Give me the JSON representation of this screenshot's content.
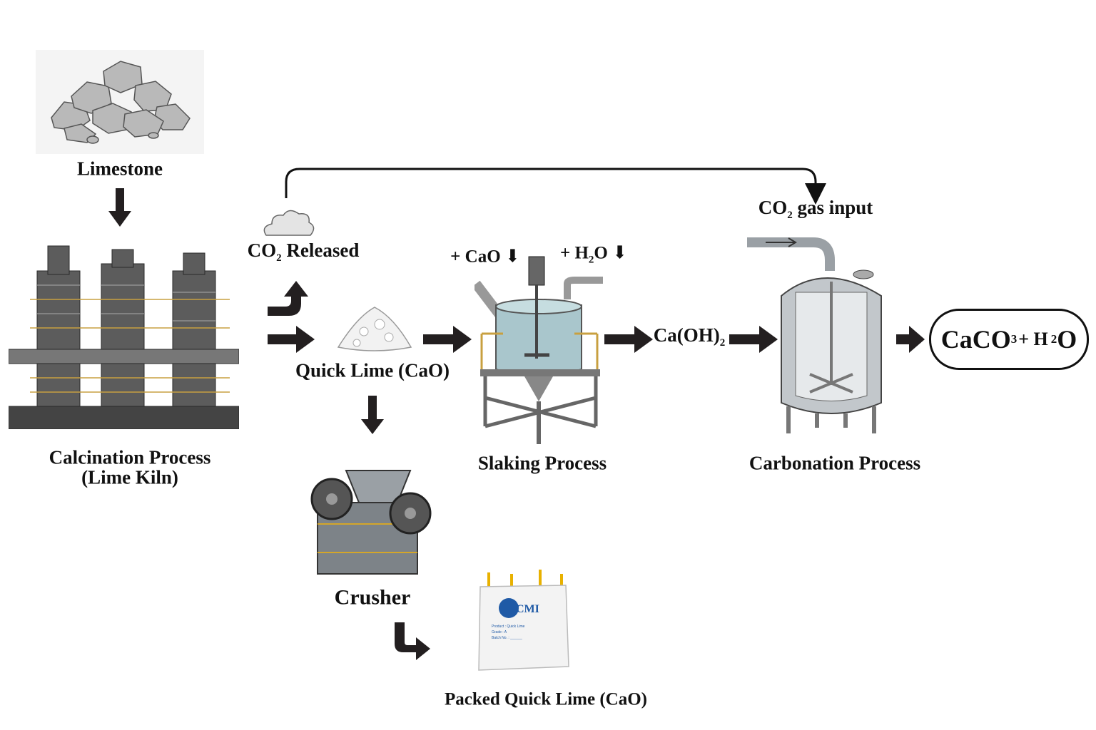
{
  "labels": {
    "limestone": "Limestone",
    "calcination_line1": "Calcination Process",
    "calcination_line2": "(Lime Kiln)",
    "co2_released_main": "CO",
    "co2_released_sub": "2",
    "co2_released_rest": " Released",
    "co2_input_main": "CO",
    "co2_input_sub": "2",
    "co2_input_rest": " gas input",
    "quick_lime": "Quick Lime (CaO)",
    "crusher": "Crusher",
    "packed_quick_lime": "Packed Quick Lime (CaO)",
    "slaking": "Slaking Process",
    "add_cao": "+ CaO",
    "add_h2o_pre": "+ H",
    "add_h2o_sub": "2",
    "add_h2o_post": "O",
    "caoh2_main": "Ca(OH)",
    "caoh2_sub": "2",
    "carbonation": "Carbonation Process",
    "product_a": "CaCO",
    "product_a_sub": "3",
    "product_b": "+ H",
    "product_b_sub": "2",
    "product_c": "O"
  },
  "bag": {
    "logo": "CMI",
    "product_line": "Product : Quick Lime",
    "grade_line": "Grade : A",
    "batch_line": "Batch No. : ______"
  },
  "colors": {
    "arrow": "#231f20",
    "steel": "#8a9298",
    "water": "#a9c6cc",
    "bag_blue": "#1f5aa6",
    "handle": "#e8b100"
  }
}
